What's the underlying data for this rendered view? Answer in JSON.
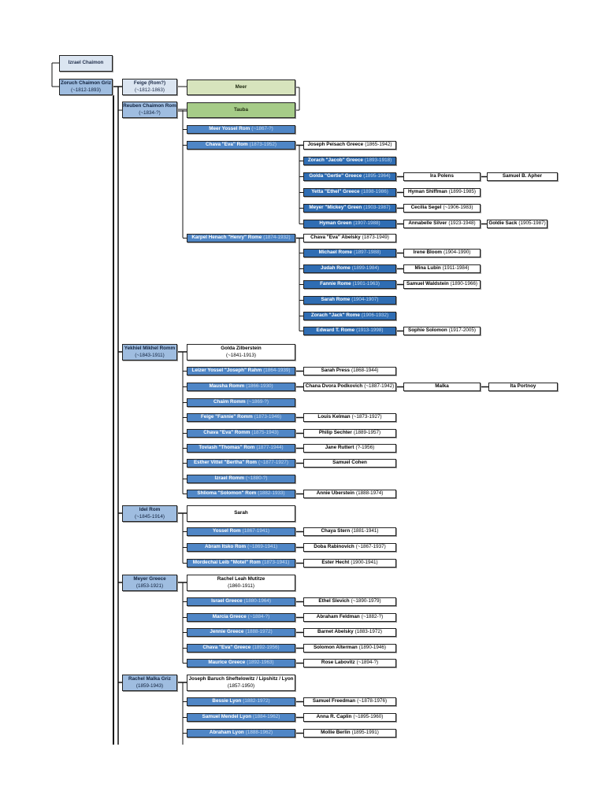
{
  "tree": {
    "izrael": {
      "name": "Izrael Chaimon"
    },
    "zoruch": {
      "name": "Zoruch Chaimon Griz",
      "dates": "(~1812-1893)"
    },
    "feige": {
      "name": "Feige (Rom?)",
      "dates": "(~1812-1863)"
    },
    "meer": {
      "name": "Meer"
    },
    "tauba": {
      "name": "Tauba"
    },
    "reuben": {
      "name": "Reuben Chaimon Rom",
      "dates": "(~1834-?)"
    },
    "reuben_children": [
      {
        "name": "Meer Yossel Rom",
        "dates": "(~1867-?)"
      },
      {
        "name": "Chava \"Eva\" Rom",
        "dates": "(1873-1952)",
        "spouse": {
          "name": "Joseph Peisach Greece",
          "dates": "(1865-1942)"
        },
        "children": [
          {
            "name": "Zorach \"Jacob\" Greece",
            "dates": "(1893-1918)",
            "spouses": []
          },
          {
            "name": "Golda \"Gertie\" Greece",
            "dates": "(1895-1964)",
            "spouses": [
              {
                "name": "Ira Polens"
              },
              {
                "name": "Samuel B. Apher"
              }
            ]
          },
          {
            "name": "Yetta \"Ethel\" Greece",
            "dates": "(1898-1986)",
            "spouses": [
              {
                "name": "Hyman Shiffman",
                "dates": "(1899-1985)"
              }
            ]
          },
          {
            "name": "Meyer \"Mickey\" Green",
            "dates": "(1903-1987)",
            "spouses": [
              {
                "name": "Cecilia Segel",
                "dates": "(~1906-1983)"
              }
            ]
          },
          {
            "name": "Hyman Green",
            "dates": "(1907-1988)",
            "spouses": [
              {
                "name": "Annabelle Silver",
                "dates": "(1923-1948)"
              },
              {
                "name": "Goldie Sack",
                "dates": "(1905-1987)"
              }
            ]
          }
        ]
      },
      {
        "name": "Karpel Henach \"Henry\" Rome",
        "dates": "(1874-1932)",
        "spouse": {
          "name": "Chava \"Eva\" Abelsky",
          "dates": "(1873-1949)"
        },
        "children": [
          {
            "name": "Michael Rome",
            "dates": "(1897-1988)",
            "spouses": [
              {
                "name": "Irene Bloom",
                "dates": "(1904-1990)"
              }
            ]
          },
          {
            "name": "Judah Rome",
            "dates": "(1899-1984)",
            "spouses": [
              {
                "name": "Mina Lubin",
                "dates": "(1911-1984)"
              }
            ]
          },
          {
            "name": "Fannie Rome",
            "dates": "(1901-1963)",
            "spouses": [
              {
                "name": "Samuel Waldstein",
                "dates": "(1890-1966)"
              }
            ]
          },
          {
            "name": "Sarah Rome",
            "dates": "(1904-1907)",
            "spouses": []
          },
          {
            "name": "Zorach \"Jack\" Rome",
            "dates": "(1906-1932)",
            "spouses": []
          },
          {
            "name": "Edward T. Rome",
            "dates": "(1913-1998)",
            "spouses": [
              {
                "name": "Sophie Solomon",
                "dates": "(1917-2005)"
              }
            ]
          }
        ]
      }
    ],
    "families": [
      {
        "parent": {
          "name": "Yekhiel Mikhel Romm",
          "dates": "(~1843-1911)"
        },
        "spouse": {
          "name": "Golda Zilberstein",
          "dates": "(~1841-1913)"
        },
        "children": [
          {
            "name": "Leizer Yossel \"Joseph\" Rahm",
            "dates": "(1864-1939)",
            "spouses": [
              {
                "name": "Sarah Press",
                "dates": "(1868-1944)"
              }
            ]
          },
          {
            "name": "Mausha Romm",
            "dates": "(1866-1930)",
            "spouses": [
              {
                "name": "Chana Dvora Podkovich",
                "dates": "(~1887-1942)"
              },
              {
                "name": "Malka"
              },
              {
                "name": "Ita Portnoy"
              }
            ]
          },
          {
            "name": "Chaim Romm",
            "dates": "(~1869-?)",
            "spouses": []
          },
          {
            "name": "Feige \"Fannie\" Romm",
            "dates": "(1873-1946)",
            "spouses": [
              {
                "name": "Louis Kelman",
                "dates": "(~1873-1927)"
              }
            ]
          },
          {
            "name": "Chava \"Eva\" Romm",
            "dates": "(1875-1943)",
            "spouses": [
              {
                "name": "Philip Sechter",
                "dates": "(1889-1957)"
              }
            ]
          },
          {
            "name": "Toviash \"Thomas\" Rom",
            "dates": "(1877-1944)",
            "spouses": [
              {
                "name": "Jane Ruttert",
                "dates": "(?-1956)"
              }
            ]
          },
          {
            "name": "Esther Vittel \"Bertha\" Rom",
            "dates": "(~1877-1927)",
            "spouses": [
              {
                "name": "Samuel Cohen"
              }
            ]
          },
          {
            "name": "Izrael Romm",
            "dates": "(~1880-?)",
            "spouses": []
          },
          {
            "name": "Shlioma \"Solomon\" Rom",
            "dates": "(1882-1933)",
            "spouses": [
              {
                "name": "Annie Uberstein",
                "dates": "(1888-1974)"
              }
            ]
          }
        ]
      },
      {
        "parent": {
          "name": "Idel Rom",
          "dates": "(~1845-1914)"
        },
        "spouse": {
          "name": "Sarah"
        },
        "children": [
          {
            "name": "Yossel Rom",
            "dates": "(1867-1941)",
            "spouses": [
              {
                "name": "Chaya Stern",
                "dates": "(1881-1941)"
              }
            ]
          },
          {
            "name": "Abram Itsko Rom",
            "dates": "(~1869-1941)",
            "spouses": [
              {
                "name": "Doba Rabinovich",
                "dates": "(~1867-1937)"
              }
            ]
          },
          {
            "name": "Mordechai Leib \"Motel\" Rom",
            "dates": "(1873-1941)",
            "spouses": [
              {
                "name": "Ester Hecht",
                "dates": "(1900-1941)"
              }
            ]
          }
        ]
      },
      {
        "parent": {
          "name": "Meyer Greece",
          "dates": "(1853-1921)"
        },
        "spouse": {
          "name": "Rachel Leah Mutitze",
          "dates": "(1860-1911)"
        },
        "children": [
          {
            "name": "Israel Greece",
            "dates": "(1880-1964)",
            "spouses": [
              {
                "name": "Ethel Slevich",
                "dates": "(~1890-1979)"
              }
            ]
          },
          {
            "name": "Marcia Greece",
            "dates": "(~1884-?)",
            "spouses": [
              {
                "name": "Abraham Feldman",
                "dates": "(~1882-?)"
              }
            ]
          },
          {
            "name": "Jennie Greece",
            "dates": "(1888-1972)",
            "spouses": [
              {
                "name": "Barnet Abelsky",
                "dates": "(1883-1972)"
              }
            ]
          },
          {
            "name": "Chava \"Eva\" Greece",
            "dates": "(1892-1956)",
            "spouses": [
              {
                "name": "Solomon Alterman",
                "dates": "(1890-1946)"
              }
            ]
          },
          {
            "name": "Maurice Greece",
            "dates": "(1892-1963)",
            "spouses": [
              {
                "name": "Rose Labovitz",
                "dates": "(~1894-?)"
              }
            ]
          }
        ]
      },
      {
        "parent": {
          "name": "Rachel Malka Griz",
          "dates": "(1859-1943)"
        },
        "spouse": {
          "name": "Joseph Baruch Sheftelowitz / Lipshitz / Lyon",
          "dates": "(1857-1950)"
        },
        "children": [
          {
            "name": "Bessie Lyon",
            "dates": "(1882-1972)",
            "spouses": [
              {
                "name": "Samuel Freedman",
                "dates": "(~1878-1976)"
              }
            ]
          },
          {
            "name": "Samuel Mendel Lyon",
            "dates": "(1884-1962)",
            "spouses": [
              {
                "name": "Anna R. Caplin",
                "dates": "(~1895-1960)"
              }
            ]
          },
          {
            "name": "Abraham Lyon",
            "dates": "(1888-1962)",
            "spouses": [
              {
                "name": "Mollie Berlin",
                "dates": "(1895-1991)"
              }
            ]
          }
        ]
      }
    ]
  }
}
